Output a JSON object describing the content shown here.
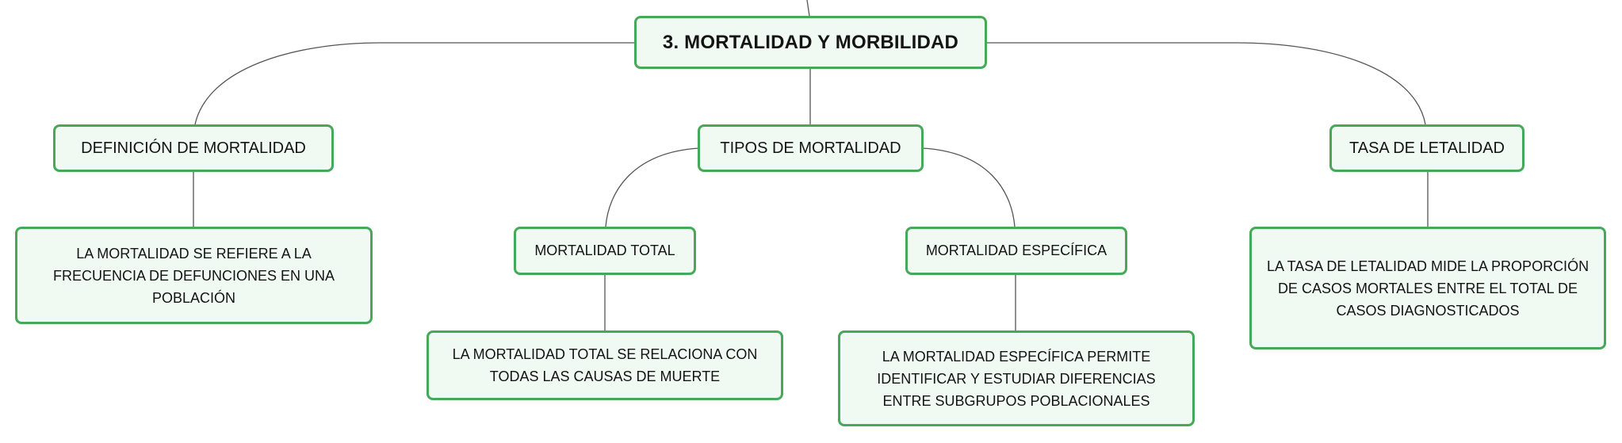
{
  "colors": {
    "node_border": "#46a95a",
    "node_fill": "#f1f9f3",
    "connector": "#555555",
    "text": "#141414"
  },
  "root": {
    "label": "3. MORTALIDAD Y MORBILIDAD"
  },
  "branches": {
    "definicion": {
      "label": "DEFINICIÓN DE MORTALIDAD",
      "detail": "LA MORTALIDAD SE REFIERE A LA FRECUENCIA DE DEFUNCIONES EN UNA POBLACIÓN"
    },
    "tipos": {
      "label": "TIPOS DE MORTALIDAD",
      "total": {
        "label": "MORTALIDAD TOTAL",
        "detail": "LA MORTALIDAD TOTAL SE RELACIONA CON TODAS LAS CAUSAS DE MUERTE"
      },
      "especifica": {
        "label": "MORTALIDAD ESPECÍFICA",
        "detail": "LA MORTALIDAD ESPECÍFICA PERMITE IDENTIFICAR Y ESTUDIAR DIFERENCIAS ENTRE SUBGRUPOS POBLACIONALES"
      }
    },
    "letalidad": {
      "label": "TASA DE LETALIDAD",
      "detail": "LA TASA DE LETALIDAD MIDE LA PROPORCIÓN DE CASOS MORTALES ENTRE EL TOTAL DE CASOS DIAGNOSTICADOS"
    }
  }
}
